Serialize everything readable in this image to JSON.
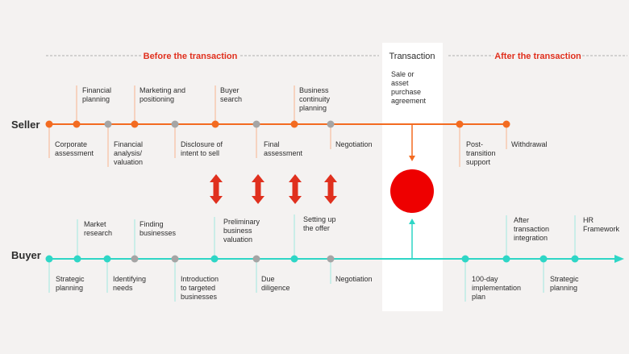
{
  "headers": {
    "before": "Before the transaction",
    "transaction": "Transaction",
    "after": "After the transaction"
  },
  "transaction_note": [
    "Sale or",
    "asset",
    "purchase",
    "agreement"
  ],
  "lanes": {
    "seller": {
      "label": "Seller",
      "color": "#f36b21",
      "steps": [
        {
          "text": [
            "Corporate",
            "assessment"
          ],
          "pos": "below",
          "dot": "orange"
        },
        {
          "text": [
            "Financial",
            "planning"
          ],
          "pos": "above",
          "dot": "orange"
        },
        {
          "text": [
            "Financial",
            "analysis/",
            "valuation"
          ],
          "pos": "below",
          "dot": "gray"
        },
        {
          "text": [
            "Marketing and",
            "positioning"
          ],
          "pos": "above",
          "dot": "orange"
        },
        {
          "text": [
            "Disclosure of",
            "intent to sell"
          ],
          "pos": "below",
          "dot": "gray"
        },
        {
          "text": [
            "Buyer",
            "search"
          ],
          "pos": "above",
          "dot": "orange"
        },
        {
          "text": [
            "Final",
            "assessment"
          ],
          "pos": "below",
          "dot": "gray"
        },
        {
          "text": [
            "Business",
            "continuity",
            "planning"
          ],
          "pos": "above",
          "dot": "orange"
        },
        {
          "text": [
            "Negotiation"
          ],
          "pos": "below",
          "dot": "gray"
        },
        {
          "text": [
            "Post-",
            "transition",
            "support"
          ],
          "pos": "below",
          "dot": "orange"
        },
        {
          "text": [
            "Withdrawal"
          ],
          "pos": "below",
          "dot": "orange"
        }
      ]
    },
    "buyer": {
      "label": "Buyer",
      "color": "#2ed6c6",
      "steps": [
        {
          "text": [
            "Strategic",
            "planning"
          ],
          "pos": "below",
          "dot": "teal"
        },
        {
          "text": [
            "Market",
            "research"
          ],
          "pos": "above",
          "dot": "teal"
        },
        {
          "text": [
            "Identifying",
            "needs"
          ],
          "pos": "below",
          "dot": "teal"
        },
        {
          "text": [
            "Finding",
            "businesses"
          ],
          "pos": "above",
          "dot": "gray"
        },
        {
          "text": [
            "Introduction",
            "to targeted",
            "businesses"
          ],
          "pos": "below",
          "dot": "gray"
        },
        {
          "text": [
            "Preliminary",
            "business",
            "valuation"
          ],
          "pos": "above",
          "dot": "teal"
        },
        {
          "text": [
            "Due",
            "diligence"
          ],
          "pos": "below",
          "dot": "gray"
        },
        {
          "text": [
            "Setting up",
            "the offer"
          ],
          "pos": "above",
          "dot": "teal"
        },
        {
          "text": [
            "Negotiation"
          ],
          "pos": "below",
          "dot": "gray"
        },
        {
          "text": [
            "100-day",
            "implementation",
            "plan"
          ],
          "pos": "below",
          "dot": "teal"
        },
        {
          "text": [
            "After",
            "transaction",
            "integration"
          ],
          "pos": "above",
          "dot": "teal"
        },
        {
          "text": [
            "Strategic",
            "planning"
          ],
          "pos": "below",
          "dot": "teal"
        },
        {
          "text": [
            "HR",
            "Framework"
          ],
          "pos": "above",
          "dot": "teal"
        }
      ]
    }
  },
  "colors": {
    "orange": "#f36b21",
    "teal": "#2ed6c6",
    "gray": "#a5a5a5",
    "red": "#e0301e",
    "circle": "#ee0000",
    "text": "#2d2d2d",
    "leader_orange": "#f7b48f",
    "leader_teal": "#9fe8e0"
  }
}
